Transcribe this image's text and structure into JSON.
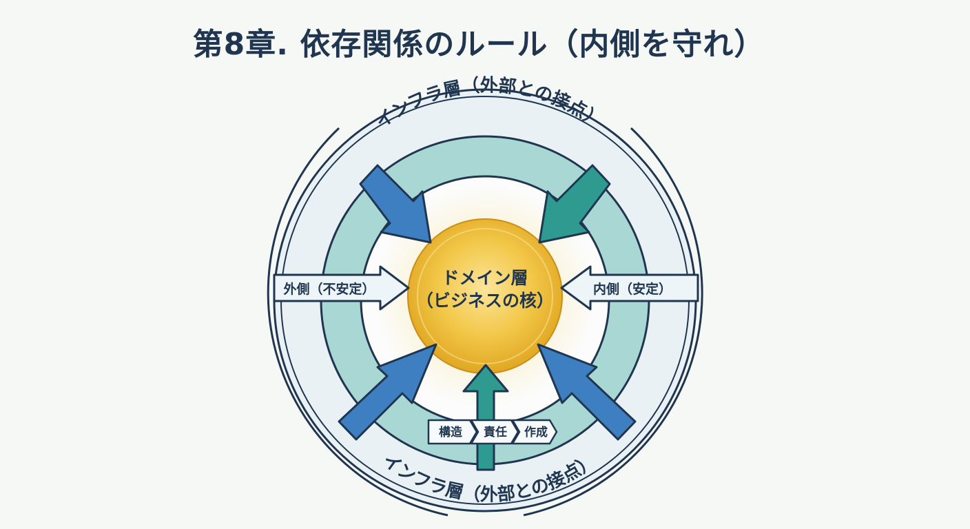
{
  "title": "第8章. 依存関係のルール（内側を守れ）",
  "outer_ring": {
    "label_top": "インフラ層（外部との接点）",
    "label_bottom": "インフラ層（外部との接点）"
  },
  "core": {
    "line1": "ドメイン層",
    "line2": "（ビジネスの核）"
  },
  "side_labels": {
    "left": "外側（不安定）",
    "right": "内側（安定）"
  },
  "chevrons": [
    "構造",
    "責任",
    "作成"
  ],
  "colors": {
    "title": "#1f3550",
    "outer_fill": "#eaf1f5",
    "teal_ring": "#a9d7d3",
    "blue_arrow": "#3d7fc0",
    "teal_arrow": "#2e9a90",
    "core": "#f1c23e"
  }
}
